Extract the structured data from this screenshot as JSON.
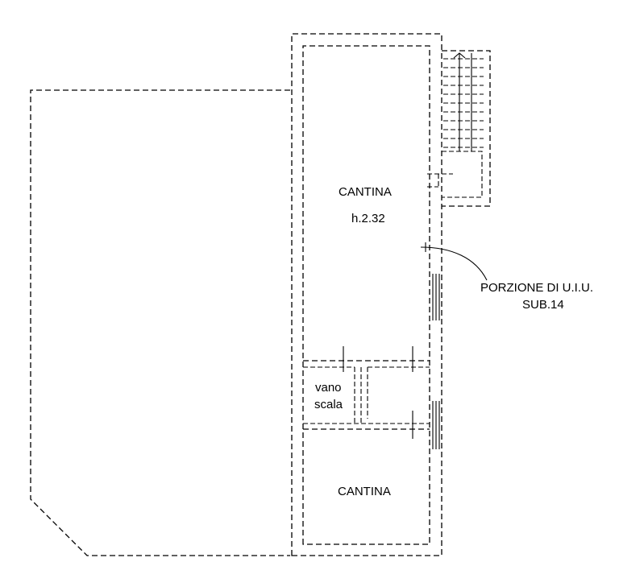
{
  "labels": {
    "room_top": "CANTINA",
    "room_top_height": "h.2.32",
    "stair_line1": "vano",
    "stair_line2": "scala",
    "room_bottom": "CANTINA",
    "callout_line1": "PORZIONE DI U.I.U.",
    "callout_line2": "SUB.14"
  },
  "colors": {
    "line": "#000000",
    "background": "#ffffff"
  }
}
